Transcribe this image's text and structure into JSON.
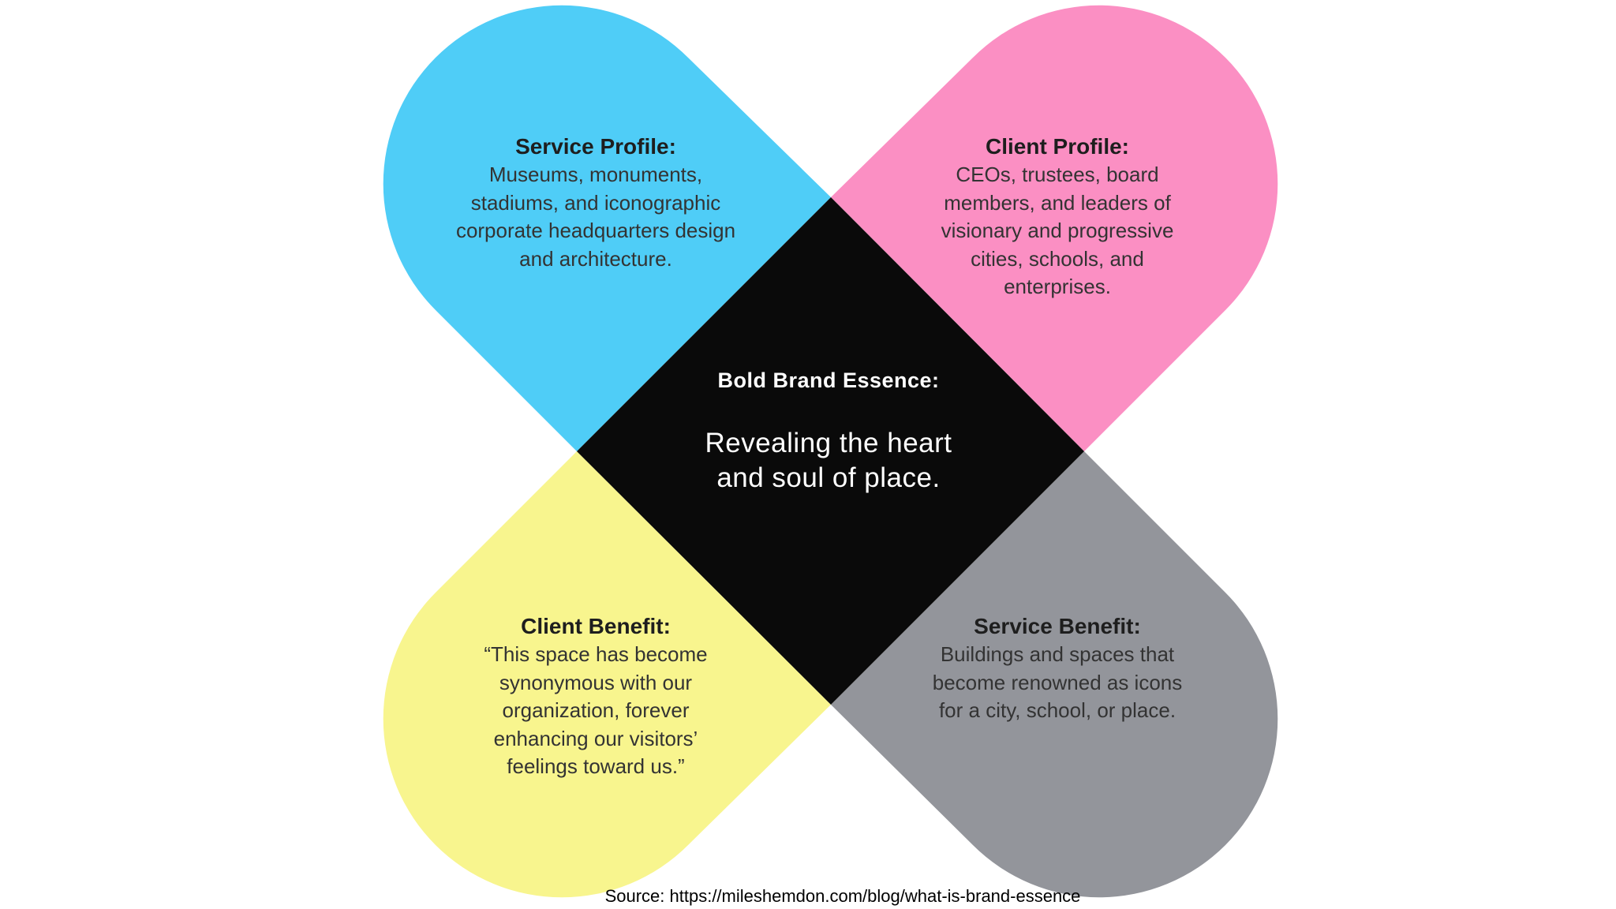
{
  "diagram": {
    "colors": {
      "service_profile": "#4fcdf7",
      "client_profile": "#fb8fc3",
      "client_benefit": "#f8f58e",
      "service_benefit": "#93959b",
      "center": "#0a0a0a"
    },
    "service_profile": {
      "heading": "Service Profile:",
      "lines": [
        "Museums, monuments,",
        "stadiums, and iconographic",
        "corporate headquarters design",
        "and architecture."
      ]
    },
    "client_profile": {
      "heading": "Client Profile:",
      "lines": [
        "CEOs, trustees, board",
        "members, and leaders of",
        "visionary and progressive",
        "cities, schools, and",
        "enterprises."
      ]
    },
    "center": {
      "heading": "Bold Brand Essence:",
      "lines": [
        "Revealing the heart",
        "and soul of place."
      ]
    },
    "client_benefit": {
      "heading": "Client Benefit:",
      "lines": [
        "“This space has become",
        "synonymous with our",
        "organization, forever",
        "enhancing our visitors’",
        "feelings toward us.”"
      ]
    },
    "service_benefit": {
      "heading": "Service Benefit:",
      "lines": [
        "Buildings and spaces that",
        "become renowned as icons",
        "for a city, school, or place."
      ]
    }
  },
  "source": "Source: https://mileshemdon.com/blog/what-is-brand-essence"
}
